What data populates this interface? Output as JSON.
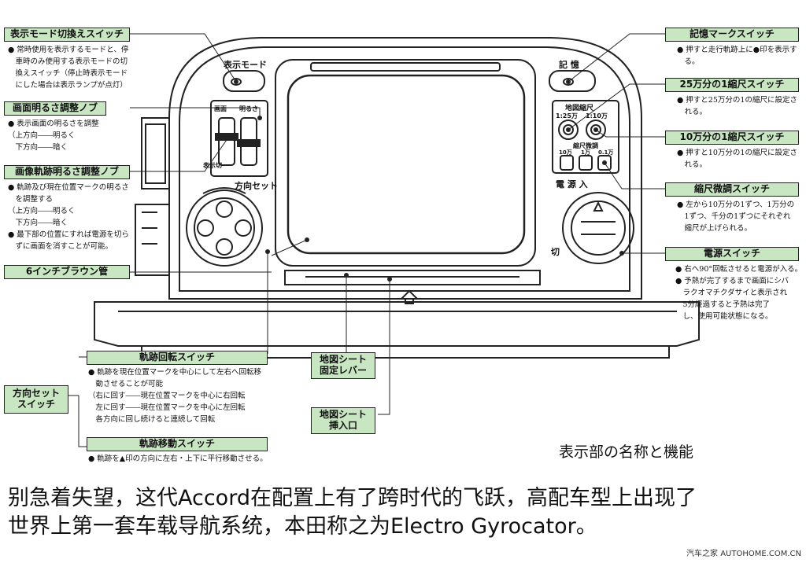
{
  "callouts": {
    "display_mode_switch": {
      "title": "表示モード切換えスイッチ",
      "lines": [
        "● 常時使用を表示するモードと、停",
        "　車時のみ使用する表示モードの切",
        "　換えスイッチ（停止時表示モード",
        "　にした場合は表示ランプが点灯）"
      ]
    },
    "brightness_knob": {
      "title": "画面明るさ調整ノブ",
      "lines": [
        "● 表示画面の明るさを調整",
        "（上方向――明るく",
        "　下方向――暗く"
      ]
    },
    "track_brightness_knob": {
      "title": "画像軌跡明るさ調整ノブ",
      "lines": [
        "● 軌跡及び現在位置マークの明るさ",
        "　を調整する",
        "（上方向――明るく",
        "　下方向――暗く",
        "● 最下部の位置にすれば電源を切ら",
        "　ずに画面を消すことが可能。"
      ]
    },
    "crt": {
      "title": "6インチブラウン管"
    },
    "memory_mark_switch": {
      "title": "記憶マークスイッチ",
      "lines": [
        "● 押すと走行軌跡上に●印を表示す",
        "　る。"
      ]
    },
    "scale_250k": {
      "title": "25万分の1縮尺スイッチ",
      "lines": [
        "● 押すと25万分の1の縮尺に設定さ",
        "　れる。"
      ]
    },
    "scale_100k": {
      "title": "10万分の1縮尺スイッチ",
      "lines": [
        "● 押すと10万分の1の縮尺に設定さ",
        "　れる。"
      ]
    },
    "scale_fine": {
      "title": "縮尺微調スイッチ",
      "lines": [
        "● 左から10万分の1ずつ、1万分の",
        "　1ずつ、千分の1ずつにそれぞれ",
        "　縮尺が上げられる。"
      ]
    },
    "power_switch": {
      "title": "電源スイッチ",
      "lines": [
        "● 右へ90°回転させると電源が入る。",
        "● 予熱が完了するまで画面にシバ",
        "　ラクオマチクダサイと表示され",
        "　5分経過すると予熱は完了",
        "　し、使用可能状態になる。"
      ]
    },
    "track_rotate_switch": {
      "title": "軌跡回転スイッチ",
      "lines": [
        "● 軌跡を現在位置マークを中心にして左右へ回転移",
        "　動させることが可能",
        "（右に回す――現在位置マークを中心に右回転",
        "　左に回す――現在位置マークを中心に左回転",
        "　各方向に回し続けると連続して回転"
      ]
    },
    "direction_set_switch": {
      "title": "方向セット\nスイッチ"
    },
    "track_move_switch": {
      "title": "軌跡移動スイッチ",
      "lines": [
        "● 軌跡を▲印の方向に左右・上下に平行移動させる。"
      ]
    },
    "map_sheet_lever": {
      "title": "地図シート\n固定レバー"
    },
    "map_sheet_slot": {
      "title": "地図シート\n挿入口"
    }
  },
  "device_labels": {
    "display_mode": "表示モード",
    "memory": "記 憶",
    "map_scale": "地図縮尺",
    "scale_250k": "1:25万",
    "scale_100k": "1:10万",
    "scale_fine": "縮尺微調",
    "fine_10man": "10万",
    "fine_1man": "1万",
    "fine_01man": "0.1万",
    "power_on": "電 源 入",
    "power_off": "切",
    "screen_label": "画面",
    "track_label": "明るさ",
    "display_cut": "表示切",
    "direction_set": "方向セット"
  },
  "subtitle": "表示部の名称と機能",
  "caption": {
    "line1": "别急着失望，这代Accord在配置上有了跨时代的飞跃，高配车型上出现了",
    "line2": "世界上第一套车载导航系统，本田称之为Electro Gyrocator。"
  },
  "watermark": "汽车之家 AUTOHOME.COM.CN",
  "colors": {
    "callout_fill": "#c9e6c3",
    "ink": "#222222"
  }
}
